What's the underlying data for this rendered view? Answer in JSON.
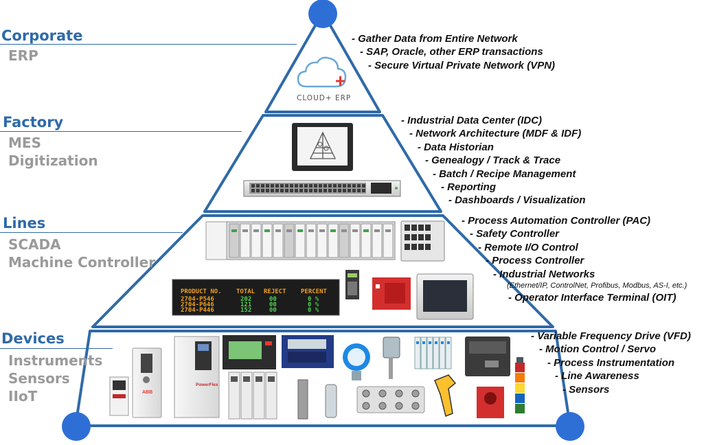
{
  "tiers": [
    {
      "title": "Corporate",
      "subtitles": [
        "ERP"
      ]
    },
    {
      "title": "Factory",
      "subtitles": [
        "MES",
        "Digitization"
      ]
    },
    {
      "title": "Lines",
      "subtitles": [
        "SCADA",
        "Machine Controller"
      ]
    },
    {
      "title": "Devices",
      "subtitles": [
        "Instruments",
        "Sensors",
        "IIoT"
      ]
    }
  ],
  "corporate_bullets": [
    "- Gather Data from Entire Network",
    "- SAP, Oracle, other ERP transactions",
    "- Secure Virtual Private Network (VPN)"
  ],
  "factory_bullets": [
    "- Industrial Data Center (IDC)",
    "- Network  Architecture (MDF & IDF)",
    "- Data Historian",
    "- Genealogy / Track & Trace",
    "- Batch / Recipe Management",
    "- Reporting",
    "- Dashboards / Visualization"
  ],
  "lines_bullets": [
    "- Process Automation Controller (PAC)",
    "- Safety Controller",
    "- Remote I/O Control",
    "- Process Controller",
    "- Industrial Networks",
    "(Ethernet/IP, ControlNet, Profibus, Modbus, AS-I, etc.)",
    "- Operator Interface Terminal (OIT)"
  ],
  "devices_bullets": [
    "- Variable Frequency Drive (VFD)",
    "- Motion Control / Servo",
    "- Process Instrumentation",
    "- Line Awareness",
    "- Sensors"
  ],
  "cloud_logo": {
    "text": "CLOUD+ ERP"
  },
  "display_board": {
    "headers": [
      "PRODUCT NO.",
      "TOTAL",
      "REJECT",
      "PERCENT"
    ],
    "rows": [
      [
        "2704-P546",
        "202",
        "00",
        "0 %"
      ],
      [
        "2704-P646",
        "121",
        "00",
        "0 %"
      ],
      [
        "2704-P446",
        "152",
        "00",
        "0 %"
      ]
    ]
  },
  "device_brands": {
    "abb": "ABB",
    "powerflex": "PowerFlex"
  },
  "colors": {
    "pyramid_blue": "#2f6aa8",
    "vertex_blue": "#2e6fd6",
    "title_blue": "#2f6aa8",
    "subtitle_gray": "#9a9a9a",
    "accent_red": "#e53935",
    "board_amber": "#f0a020",
    "board_green": "#4fd04f"
  },
  "icons": [
    "cloud-erp-logo",
    "hmi-panel",
    "network-switch",
    "plc-rack",
    "ethernet-switch",
    "display-board",
    "io-module",
    "safety-relay",
    "operator-terminal",
    "vfd-drive",
    "servo-drive",
    "flow-meter",
    "prox-sensor",
    "barcode-scanner",
    "label-printer",
    "stack-light",
    "estop-station"
  ]
}
